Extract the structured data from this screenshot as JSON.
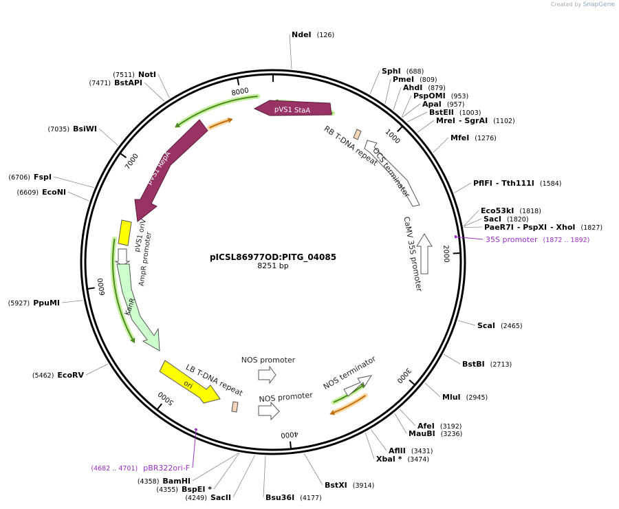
{
  "branding": {
    "created_by": "Created by",
    "app": "SnapGene"
  },
  "plasmid": {
    "name": "pICSL86977OD:PITG_04085",
    "length_label": "8251 bp",
    "length": 8251
  },
  "ticks": [
    {
      "pos": 1000,
      "label": "1000"
    },
    {
      "pos": 2000,
      "label": "2000"
    },
    {
      "pos": 3000,
      "label": "3000"
    },
    {
      "pos": 4000,
      "label": "4000"
    },
    {
      "pos": 5000,
      "label": "5000"
    },
    {
      "pos": 6000,
      "label": "6000"
    },
    {
      "pos": 7000,
      "label": "7000"
    },
    {
      "pos": 8000,
      "label": "8000"
    }
  ],
  "sites": [
    {
      "id": "ndei",
      "pos": 126,
      "parts": [
        {
          "t": "NdeI",
          "b": true
        },
        {
          "t": "(126)",
          "b": false
        }
      ]
    },
    {
      "id": "sphi",
      "pos": 688,
      "parts": [
        {
          "t": "SphI",
          "b": true
        },
        {
          "t": "(688)",
          "b": false
        }
      ]
    },
    {
      "id": "pmei",
      "pos": 809,
      "parts": [
        {
          "t": "PmeI",
          "b": true
        },
        {
          "t": "(809)",
          "b": false
        }
      ]
    },
    {
      "id": "ahdi",
      "pos": 879,
      "parts": [
        {
          "t": "AhdI",
          "b": true
        },
        {
          "t": "(879)",
          "b": false
        }
      ]
    },
    {
      "id": "pspomi",
      "pos": 953,
      "parts": [
        {
          "t": "PspOMI",
          "b": true
        },
        {
          "t": "(953)",
          "b": false
        }
      ]
    },
    {
      "id": "apai",
      "pos": 957,
      "parts": [
        {
          "t": "ApaI",
          "b": true
        },
        {
          "t": "(957)",
          "b": false
        }
      ]
    },
    {
      "id": "bsteii",
      "pos": 1003,
      "parts": [
        {
          "t": "BstEII",
          "b": true
        },
        {
          "t": "(1003)",
          "b": false
        }
      ]
    },
    {
      "id": "mrei",
      "pos": 1102,
      "parts": [
        {
          "t": "MreI",
          "b": true
        },
        {
          "t": "- SgrAI",
          "b": true
        },
        {
          "t": "(1102)",
          "b": false
        }
      ]
    },
    {
      "id": "mfei",
      "pos": 1276,
      "parts": [
        {
          "t": "MfeI",
          "b": true
        },
        {
          "t": "(1276)",
          "b": false
        }
      ]
    },
    {
      "id": "pflfi",
      "pos": 1584,
      "parts": [
        {
          "t": "PflFI",
          "b": true
        },
        {
          "t": "- Tth111I",
          "b": true
        },
        {
          "t": "(1584)",
          "b": false
        }
      ]
    },
    {
      "id": "eco53ki",
      "pos": 1818,
      "parts": [
        {
          "t": "Eco53kI",
          "b": true
        },
        {
          "t": "(1818)",
          "b": false
        }
      ]
    },
    {
      "id": "saci",
      "pos": 1820,
      "parts": [
        {
          "t": "SacI",
          "b": true
        },
        {
          "t": "(1820)",
          "b": false
        }
      ]
    },
    {
      "id": "paer7i",
      "pos": 1827,
      "parts": [
        {
          "t": "PaeR7I",
          "b": true
        },
        {
          "t": "- PspXI",
          "b": true
        },
        {
          "t": "- XhoI",
          "b": true
        },
        {
          "t": "(1827)",
          "b": false
        }
      ]
    },
    {
      "id": "scai",
      "pos": 2465,
      "parts": [
        {
          "t": "ScaI",
          "b": true
        },
        {
          "t": "(2465)",
          "b": false
        }
      ]
    },
    {
      "id": "bstbi",
      "pos": 2713,
      "parts": [
        {
          "t": "BstBI",
          "b": true
        },
        {
          "t": "(2713)",
          "b": false
        }
      ]
    },
    {
      "id": "mlui",
      "pos": 2945,
      "parts": [
        {
          "t": "MluI",
          "b": true
        },
        {
          "t": "(2945)",
          "b": false
        }
      ]
    },
    {
      "id": "afei",
      "pos": 3192,
      "parts": [
        {
          "t": "AfeI",
          "b": true
        },
        {
          "t": "(3192)",
          "b": false
        }
      ]
    },
    {
      "id": "maubi",
      "pos": 3236,
      "parts": [
        {
          "t": "MauBI",
          "b": true
        },
        {
          "t": "(3236)",
          "b": false
        }
      ]
    },
    {
      "id": "aflii",
      "pos": 3431,
      "parts": [
        {
          "t": "AflII",
          "b": true
        },
        {
          "t": "(3431)",
          "b": false
        }
      ]
    },
    {
      "id": "xbai",
      "pos": 3474,
      "parts": [
        {
          "t": "XbaI *",
          "b": true
        },
        {
          "t": "(3474)",
          "b": false
        }
      ]
    },
    {
      "id": "bstxi",
      "pos": 3914,
      "parts": [
        {
          "t": "BstXI",
          "b": true
        },
        {
          "t": "(3914)",
          "b": false
        }
      ]
    },
    {
      "id": "bsu36i",
      "pos": 4177,
      "parts": [
        {
          "t": "Bsu36I",
          "b": true
        },
        {
          "t": "(4177)",
          "b": false
        }
      ]
    },
    {
      "id": "sacii",
      "pos": 4249,
      "parts": [
        {
          "t": "(4249)",
          "b": false
        },
        {
          "t": "SacII",
          "b": true
        }
      ]
    },
    {
      "id": "bspei",
      "pos": 4355,
      "parts": [
        {
          "t": "(4355)",
          "b": false
        },
        {
          "t": "BspEI *",
          "b": true
        }
      ]
    },
    {
      "id": "bamhi",
      "pos": 4358,
      "parts": [
        {
          "t": "(4358)",
          "b": false
        },
        {
          "t": "BamHI",
          "b": true
        }
      ]
    },
    {
      "id": "ecorv",
      "pos": 5462,
      "parts": [
        {
          "t": "(5462)",
          "b": false
        },
        {
          "t": "EcoRV",
          "b": true
        }
      ]
    },
    {
      "id": "ppumi",
      "pos": 5927,
      "parts": [
        {
          "t": "(5927)",
          "b": false
        },
        {
          "t": "PpuMI",
          "b": true
        }
      ]
    },
    {
      "id": "econi",
      "pos": 6609,
      "parts": [
        {
          "t": "(6609)",
          "b": false
        },
        {
          "t": "EcoNI",
          "b": true
        }
      ]
    },
    {
      "id": "fspi",
      "pos": 6706,
      "parts": [
        {
          "t": "(6706)",
          "b": false
        },
        {
          "t": "FspI",
          "b": true
        }
      ]
    },
    {
      "id": "bsiwi",
      "pos": 7035,
      "parts": [
        {
          "t": "(7035)",
          "b": false
        },
        {
          "t": "BsiWI",
          "b": true
        }
      ]
    },
    {
      "id": "bstapi",
      "pos": 7471,
      "parts": [
        {
          "t": "(7471)",
          "b": false
        },
        {
          "t": "BstAPI",
          "b": true
        }
      ]
    },
    {
      "id": "noti",
      "pos": 7511,
      "parts": [
        {
          "t": "(7511)",
          "b": false
        },
        {
          "t": "NotI",
          "b": true
        }
      ]
    }
  ],
  "primers": [
    {
      "id": "35s-promoter",
      "label": "35S promoter",
      "range": "(1872 .. 1892)",
      "start": 1872,
      "end": 1892
    },
    {
      "id": "pbr322ori-f",
      "label": "pBR322ori-F",
      "range": "(4682 .. 4701)",
      "start": 4682,
      "end": 4701
    }
  ],
  "features": [
    {
      "id": "pvs1-staa",
      "label": "pVS1 StaA",
      "color": "#993366",
      "kind": "filled"
    },
    {
      "id": "pvs1-repa",
      "label": "pVS1 RepA",
      "color": "#993366",
      "kind": "filled"
    },
    {
      "id": "pvs1-oriv",
      "label": "pVS1 oriV",
      "color": "#ffff00",
      "kind": "box"
    },
    {
      "id": "ampr-promoter",
      "label": "AmpR promoter",
      "color": "#ffffff",
      "kind": "open"
    },
    {
      "id": "kanr",
      "label": "KanR",
      "color": "#ccffcc",
      "kind": "open"
    },
    {
      "id": "ori",
      "label": "ori",
      "color": "#ffff00",
      "kind": "filled"
    },
    {
      "id": "lb-tdna-repeat",
      "label": "LB T-DNA repeat",
      "color": "#f5d6b8",
      "kind": "box"
    },
    {
      "id": "rb-tdna-repeat",
      "label": "RB T-DNA repeat",
      "color": "#f5d6b8",
      "kind": "box"
    },
    {
      "id": "ocs-terminator",
      "label": "OCS terminator",
      "color": "#ffffff",
      "kind": "open"
    },
    {
      "id": "camv-35s-promoter",
      "label": "CaMV 35S promoter",
      "color": "#ffffff",
      "kind": "open"
    },
    {
      "id": "nos-promoter-1",
      "label": "NOS promoter",
      "color": "#ffffff",
      "kind": "open"
    },
    {
      "id": "nos-promoter-2",
      "label": "NOS promoter",
      "color": "#ffffff",
      "kind": "open"
    },
    {
      "id": "nos-terminator",
      "label": "NOS terminator",
      "color": "#ffffff",
      "kind": "open"
    }
  ],
  "colors": {
    "backbone": "#000000",
    "orf_green": "#4a8a1e",
    "orf_green_glow": "#c9f0a0",
    "orf_orange": "#c07010",
    "orf_orange_glow": "#f8d8a0",
    "primer": "#9b30c8"
  }
}
